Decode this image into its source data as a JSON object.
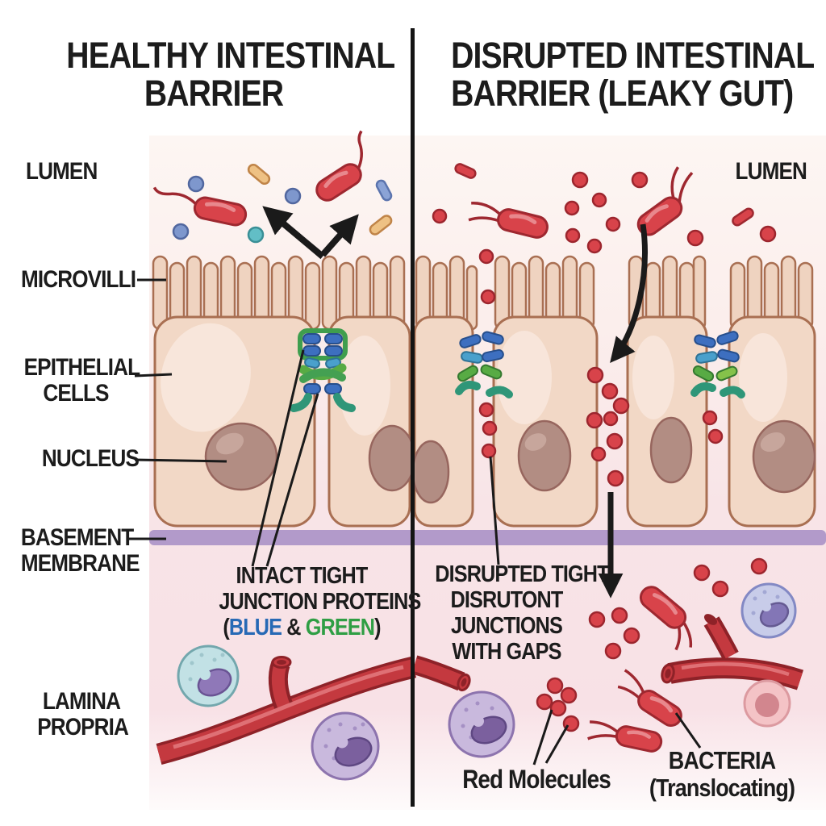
{
  "titles": {
    "left1": "HEALTHY INTESTINAL",
    "left2": "BARRIER",
    "right1": "DISRUPTED INTESTINAL",
    "right2": "BARRIER (LEAKY GUT)"
  },
  "labels": {
    "lumen_left": "LUMEN",
    "microvilli": "MICROVILLI",
    "epithelial1": "EPITHELIAL",
    "epithelial2": "CELLS",
    "nucleus": "NUCLEUS",
    "basement1": "BASEMENT",
    "basement2": "MEMBRANE",
    "lamina1": "LAMINA",
    "lamina2": "PROPRIA",
    "lumen_right": "LUMEN"
  },
  "ann": {
    "intact1": "INTACT TIGHT",
    "intact2": "JUNCTION PROTEINS",
    "intact3_open": "(",
    "intact3_blue": "BLUE",
    "intact3_amp": " & ",
    "intact3_green": "GREEN",
    "intact3_close": ")",
    "disrupted1": "DISRUPTED TIGHT",
    "disrupted2": "DISRUTONT",
    "disrupted3": "JUNCTIONS",
    "disrupted4": "WITH GAPS",
    "red_molecules": "Red Molecules",
    "bacteria1": "BACTERIA",
    "bacteria2": "(Translocating)"
  },
  "colors": {
    "accent_text_blue": "#2769b5",
    "accent_text_green": "#2f9e44",
    "bacteria_red": "#c4393f",
    "molecule_red": "#d8434a",
    "junction_blue": "#3d6fc0",
    "junction_teal": "#4aa0cc",
    "junction_green": "#58ab44",
    "junction_dark_green": "#2f9678",
    "basement_purple": "#b29aca",
    "cell_tan": "#f2d8c6",
    "cell_outline": "#a96f52",
    "nucleus_brown": "#b28d83",
    "vessel_red": "#c4393f",
    "immune_teal": "#c2e1e5",
    "immune_purple": "#c9b9dd",
    "divider_black": "#141414"
  }
}
